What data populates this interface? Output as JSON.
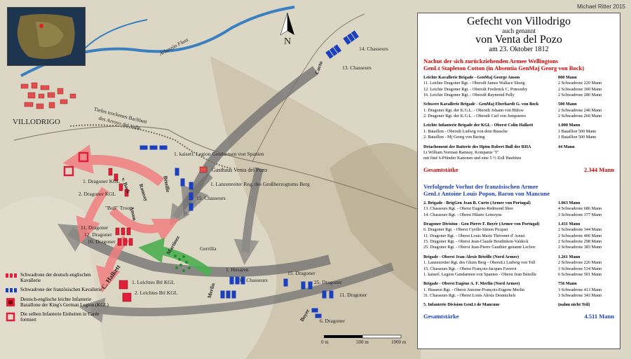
{
  "credit": "Michael Ritter 2015",
  "compass_label": "N",
  "title": {
    "line1": "Gefecht von Villodrigo",
    "line2": "auch genannt",
    "line3": "von Venta del Pozo",
    "line4": "am 23. Oktober 1812"
  },
  "allies": {
    "heading1": "Nachut der sich zurückziehenden Armee Wellingtons",
    "heading2": "GenLt Stapleton Cotton (in Absentia GenMaj Georg von Bock)",
    "blocks": [
      {
        "head": "Leichte Kavallerie Brigade - GenMaj George Anson",
        "strength": "800 Mann",
        "units": [
          {
            "name": "11. Leichte Dragoner Rgt. - Oberstlt James Wallace Sleeig",
            "size": "2 Schwadrone 220 Mann"
          },
          {
            "name": "12. Leichte Dragoner Rgt. - Oberstlt Frederick C. Ponsonby",
            "size": "2 Schwadrone 300 Mann"
          },
          {
            "name": "16. Leichte Dragoner Rgt. - Oberstlt Raymond Pelly",
            "size": "2 Schwadrone 280 Mann"
          }
        ]
      },
      {
        "head": "Schwere Kavallerie Brigade - GenMaj Eberhardt G. von Bock",
        "strength": "500 Mann",
        "units": [
          {
            "name": "1. Dragoner Rgt. der K.G.L. - Oberstlt Johann von Bülow",
            "size": "2 Schwadrone 240 Mann"
          },
          {
            "name": "2. Dragoner Rgt. der K.G.L. - Oberstlt Carl von Jonquieres",
            "size": "2 Schwadrone 260 Mann"
          }
        ]
      },
      {
        "head": "Leichte Infanterie Brigade der KGL - Oberst Colin Halkett",
        "strength": "1.000 Mann",
        "units": [
          {
            "name": "1. Bataillon - Oberstlt Ludwig von dem Bussche",
            "size": "1 Bataillon 500 Mann"
          },
          {
            "name": "2. Bataillon - Mj Georg von Baring",
            "size": "1 Bataillon 500 Mann"
          }
        ]
      },
      {
        "head": "Detachement der Batterie des Hptm Robert Bull der RHA",
        "strength": "44 Mann",
        "units": [
          {
            "name": "Lt William Norman Ramsay,  Kompanie \"I\"",
            "size": ""
          },
          {
            "name": "mit fünf 6-Pfünder Kanonen und eine 5 ½ Zoll Haubitze",
            "size": ""
          }
        ]
      }
    ],
    "total_label": "Gesamtstätke",
    "total_value": "2.344 Mann"
  },
  "french": {
    "heading1": "Verfolgende Vorhut der französischen Armee",
    "heading2": "GenLt Antoine Louis Popon, Baron von Mancune",
    "blocks": [
      {
        "head": "2. Brigade - BrigGen Jean B. Curto (Armee von Portugal)",
        "strength": "1.063 Mann",
        "units": [
          {
            "name": "13. Chasseurs Rgt. - Oberst Eugene-Redmond Shee",
            "size": "4 Schwadrone 686 Mann"
          },
          {
            "name": "14. Chasseurs Rgt. - Oberst Hilaire Lemoyne",
            "size": "3 Schwadrone 377 Mann"
          }
        ]
      },
      {
        "head": "Dragoner Division - Gen Pierre F. Boyér (Armee von Portugal)",
        "strength": "1.431 Mann",
        "units": [
          {
            "name": "6. Dragoner Rgt. - Oberst Cyrille-Simon Picquet",
            "size": "2 Schwadrone 344 Mann"
          },
          {
            "name": "11. Dragoner Rgt. - Oberst Louis Marie Thévenet d' Aoust",
            "size": "2 Schwadrone 406 Mann"
          },
          {
            "name": "15. Dragoner Rgt. - Oberst Jean-Claude Boudinhon-Valdeck",
            "size": "2 Schwadrone 298 Mann"
          },
          {
            "name": "25. Dragoner Rgt. - Oberst Jean-Pierre Gauthier genannt Leclerc",
            "size": "2 Schwadrone 383 Mann"
          }
        ]
      },
      {
        "head": "Brigade - Oberst Jean-Alexis Béteille (Nord Armee)",
        "strength": "1.261 Mann",
        "units": [
          {
            "name": "1. Lanzenreiter Rgt. des Ghzm Berg - OberstLt Ludwig von Toll",
            "size": "2 Schwadrone 226 Mann"
          },
          {
            "name": "15. Chasseurs Rgt. - Oberst François-Jacques Faverot",
            "size": "3 Schwadrone  534 Mann"
          },
          {
            "name": "1. kaiserl. Legion Gendarmen von Spanien - Oberst Jean Béteille",
            "size": "6 Schwadrone  501 Mann"
          }
        ]
      },
      {
        "head": "Brigade - Oberst Eugène A. F. Merlin (Nord Armee)",
        "strength": "756 Mann",
        "units": [
          {
            "name": "1. Husaren Rgt. - Oberst Antoine-François-Eugene Merlin",
            "size": "3 Schwadrone 413 Mann"
          },
          {
            "name": "31. Chasseurs Rgt. - Oberst Louis Alexis Desmichels",
            "size": "3 Schwadrone 343 Mann"
          }
        ]
      },
      {
        "head": "5. Infanterie Division GenLt de Mancune",
        "strength": "(nahm nicht Teil)",
        "units": []
      }
    ],
    "total_label": "Gesamtstärke",
    "total_value": "4.511 Mann"
  },
  "legend": [
    {
      "symbol": "red-squadron",
      "text": "Schwadrone der deutsch-englischen Kavallerie"
    },
    {
      "symbol": "blue-squadron",
      "text": "Schwadrone der französischen Kavallerie"
    },
    {
      "symbol": "red-battalion",
      "text": "Deutsch-englische leichte Infanterie Bataillone der King's German Legion (KGL)"
    },
    {
      "symbol": "red-square",
      "text": "Die selben Infanterie Einheiten in Carée formiert"
    }
  ],
  "scale": {
    "labels": [
      "0 m",
      "500 m",
      "1000 m"
    ]
  },
  "places": {
    "river": "Arlanzón Fluss",
    "village": "VILLODRIGO",
    "brook1": "Tiefes trockenes Bachbett",
    "brook2": "des Arroyo del Valle",
    "inn": "Gasthaus Venta del Pozo"
  },
  "units_on_map": {
    "curto": "Curto",
    "ch14": "14. Chasseurs",
    "ch13": "13. Chasseurs",
    "gend": "1. kaiserl. Legion Gendarmen von Spanien",
    "lanz": "1. Lanzenreiter Reg. des Großherzogtums Berg",
    "ch15": "15. Chasseurs",
    "beteille": "Béteille",
    "bock": "v. Bock",
    "dkgl1": "1. Dragoner KGL",
    "dkgl2": "2. Dragoner KGL",
    "ramsay": "Ramsay",
    "bull": "\"Bull\" Troop",
    "anson": "Anson",
    "d11": "11. Dragoner",
    "d12": "12. Dragoner",
    "d16": "16. Dragoner",
    "martinez": "Martinez",
    "gerrilla": "Gerrilla",
    "hus1": "1. Husaren",
    "ch31": "31. Chasseurs",
    "merlin": "Merlin",
    "dr15": "15. Dragoner",
    "dr25": "25. Dragoner",
    "dr11": "11. Dragoner",
    "boyer": "Boyer",
    "dr6": "6. Dragoner",
    "halkett": "C. Halkett",
    "kgl1": "1. Leichtes Btl KGL",
    "kgl2": "2. Leichtes Btl KGL"
  },
  "colors": {
    "allied": "#e0203a",
    "french": "#1a40c0",
    "guerrilla": "#2a8a2a"
  }
}
